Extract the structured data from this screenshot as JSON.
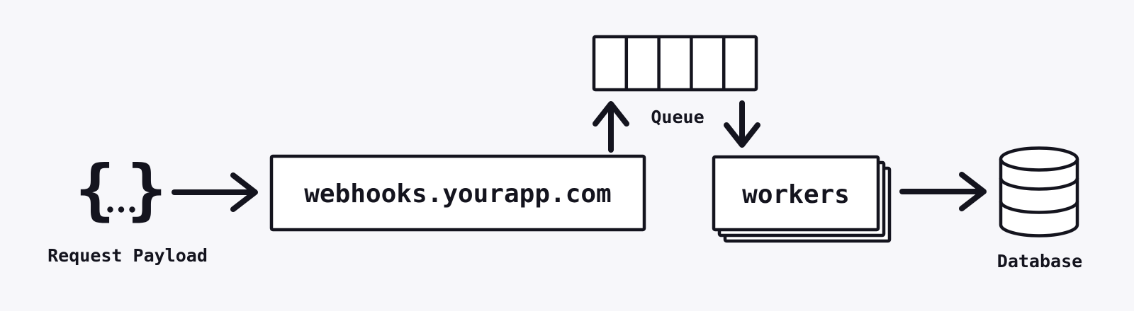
{
  "canvas": {
    "background_color": "#f7f7fa",
    "ink_color": "#14141e",
    "node_fill_color": "#ffffff"
  },
  "payload": {
    "brace_left": "{",
    "brace_right": "}",
    "dots": 3,
    "label": "Request Payload"
  },
  "server": {
    "label": "webhooks.yourapp.com"
  },
  "queue": {
    "label": "Queue",
    "slots": 5
  },
  "workers": {
    "label": "workers",
    "stack_count": 3
  },
  "database": {
    "label": "Database",
    "segments": 3
  }
}
